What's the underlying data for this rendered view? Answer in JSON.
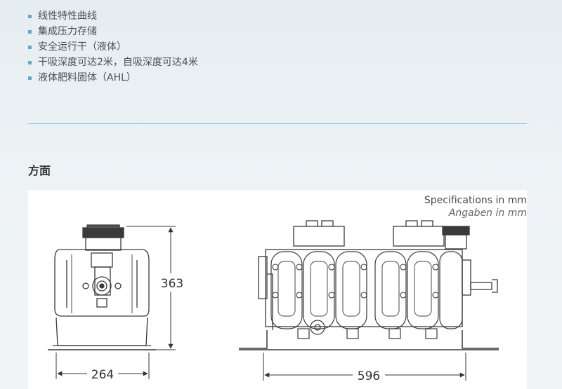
{
  "features": [
    "线性特性曲线",
    "集成压力存储",
    "安全运行干（液体）",
    "干吸深度可达2米，自吸深度可达4米",
    "液体肥料固体（AHL）"
  ],
  "section_heading": "方面",
  "drawing": {
    "spec_en": "Specifications in mm",
    "spec_de": "Angaben in mm",
    "dim_height": "363",
    "dim_width_side": "264",
    "dim_width_front": "596"
  },
  "colors": {
    "accent": "#5aaecd",
    "divider": "#7ec4d8"
  }
}
